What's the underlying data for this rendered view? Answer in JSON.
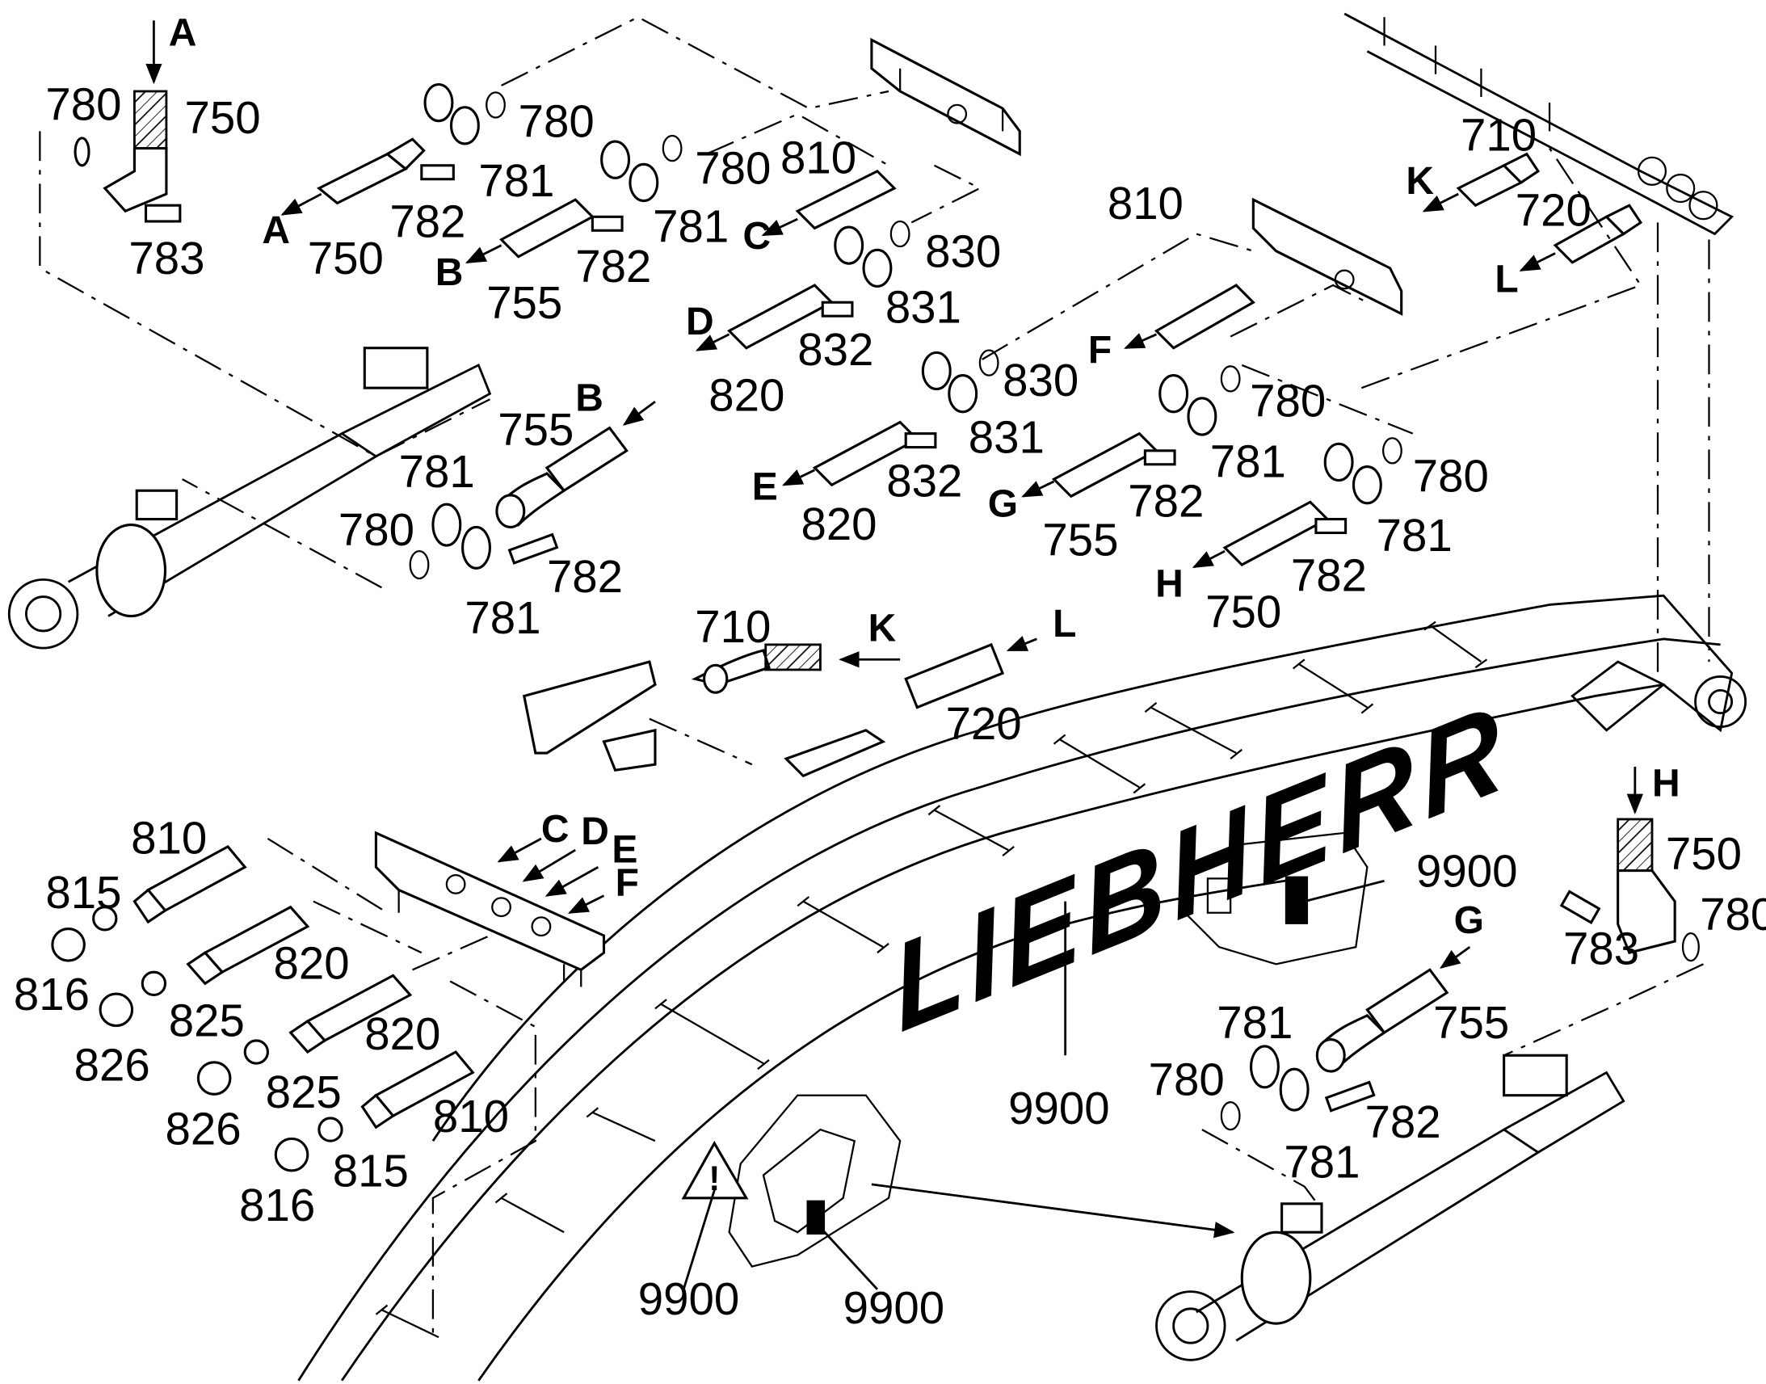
{
  "diagram": {
    "logo_text": "LIEBHERR",
    "part_numbers": {
      "p780_a": "780",
      "p750_a": "750",
      "p783_a": "783",
      "p780_b": "780",
      "p781_b": "781",
      "p782_b": "782",
      "p750_b": "750",
      "p780_c": "780",
      "p781_c": "781",
      "p782_c": "782",
      "p755_c": "755",
      "p810_d": "810",
      "p830_d": "830",
      "p831_d": "831",
      "p832_d": "832",
      "p820_d": "820",
      "p810_e": "810",
      "p830_e": "830",
      "p831_e": "831",
      "p832_e": "832",
      "p820_e": "820",
      "p710_k": "710",
      "p720_l": "720",
      "p780_g": "780",
      "p781_g": "781",
      "p782_g": "782",
      "p755_g": "755",
      "p780_h": "780",
      "p781_h": "781",
      "p782_h": "782",
      "p750_h": "750",
      "p755_bb": "755",
      "p781_bb": "781",
      "p780_bb": "780",
      "p781_bb2": "781",
      "p782_bb": "782",
      "p710_mid": "710",
      "p720_mid": "720",
      "p810_f1": "810",
      "p815_f1": "815",
      "p816_f1": "816",
      "p820_f2": "820",
      "p825_f2": "825",
      "p826_f2": "826",
      "p820_f3": "820",
      "p825_f3": "825",
      "p826_f3": "826",
      "p810_f4": "810",
      "p815_f4": "815",
      "p816_f4": "816",
      "p9900_a": "9900",
      "p9900_b": "9900",
      "p9900_c": "9900",
      "p9900_d": "9900",
      "p750_r": "750",
      "p783_r": "783",
      "p780_r": "780",
      "p755_r": "755",
      "p781_r": "781",
      "p780_r2": "780",
      "p782_r": "782",
      "p781_r2": "781"
    },
    "letters": {
      "A_top": "A",
      "A_arrow": "A",
      "B_arrow": "B",
      "B_hose": "B",
      "C_arrow": "C",
      "D_arrow": "D",
      "E_arrow": "E",
      "F_arrow": "F",
      "G_arrow": "G",
      "H_arrow": "H",
      "K_arrow": "K",
      "L_arrow": "L",
      "K_mid": "K",
      "L_mid": "L",
      "C_block": "C",
      "D_block": "D",
      "E_block": "E",
      "F_block": "F",
      "H_right": "H",
      "G_right": "G"
    }
  }
}
